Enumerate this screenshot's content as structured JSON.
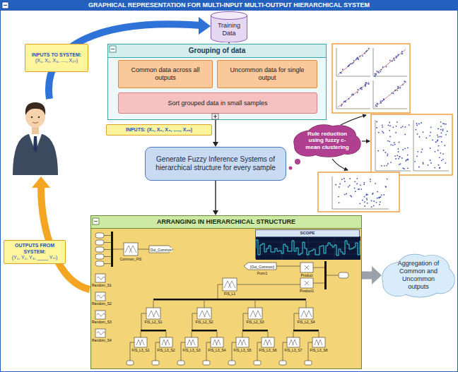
{
  "diagram": {
    "title": "GRAPHICAL REPRESENTATION FOR MULTI-INPUT MULTI-OUTPUT HIERARCHICAL SYSTEM",
    "nodes": [
      {
        "text": [
          "Training Data"
        ]
      },
      {
        "text": [
          "INPUTS TO SYSTEM:",
          "(X₁, X₂, X₃, ...., X₂ₙ)"
        ]
      },
      {
        "text": [
          "Grouping of data"
        ]
      },
      {
        "text": [
          "Common data across all outputs"
        ],
        "in": 2
      },
      {
        "text": [
          "Uncommon data for single output"
        ],
        "in": 2
      },
      {
        "text": [
          "Sort grouped data in small samples"
        ],
        "in": 2
      },
      {
        "text": [
          "INPUTS: (X₁, X₂, X₃, ....., X₂ₙ)"
        ]
      },
      {
        "text": [
          "Generate Fuzzy Inference Systems of hierarchical structure for every sample"
        ]
      },
      {
        "text": [
          "Rule reduction using fuzzy c-mean clustering"
        ]
      },
      {
        "text": [
          "ARRANGING IN HIERARCHICAL STRUCTURE"
        ]
      },
      {
        "text": [
          "SCOPE"
        ],
        "in": 9
      },
      {
        "text": [
          "OUTPUTS FROM SYSTEM:",
          "(Y₁, Y₂, Y₃, ____ Yₘ)"
        ]
      },
      {
        "text": [
          "Aggregation of Common and Uncommon outputs"
        ]
      }
    ],
    "edges": [
      {
        "from": 0,
        "to": 2,
        "arrow": "to"
      },
      {
        "from": 2,
        "to": 7,
        "arrow": "to"
      },
      {
        "from": 7,
        "to": 9,
        "arrow": "to"
      },
      {
        "from": 9,
        "to": 12,
        "arrow": "to"
      }
    ],
    "labels": [
      "Out_Common",
      "Common_FIS",
      "[Out_Common]",
      "From1",
      "Product",
      "Random_S1",
      "FIS_L1",
      "Product1",
      "Random_S2",
      "FIS_L2_S1",
      "FIS_L2_S2",
      "FIS_L2_S3",
      "FIS_L2_S4",
      "Random_S3",
      "Random_S4",
      "FIS_L3_S1",
      "FIS_L3_S2",
      "FIS_L3_S3",
      "FIS_L3_S4",
      "FIS_L3_S5",
      "FIS_L3_S6",
      "FIS_L3_S7",
      "FIS_L3_S8"
    ]
  }
}
